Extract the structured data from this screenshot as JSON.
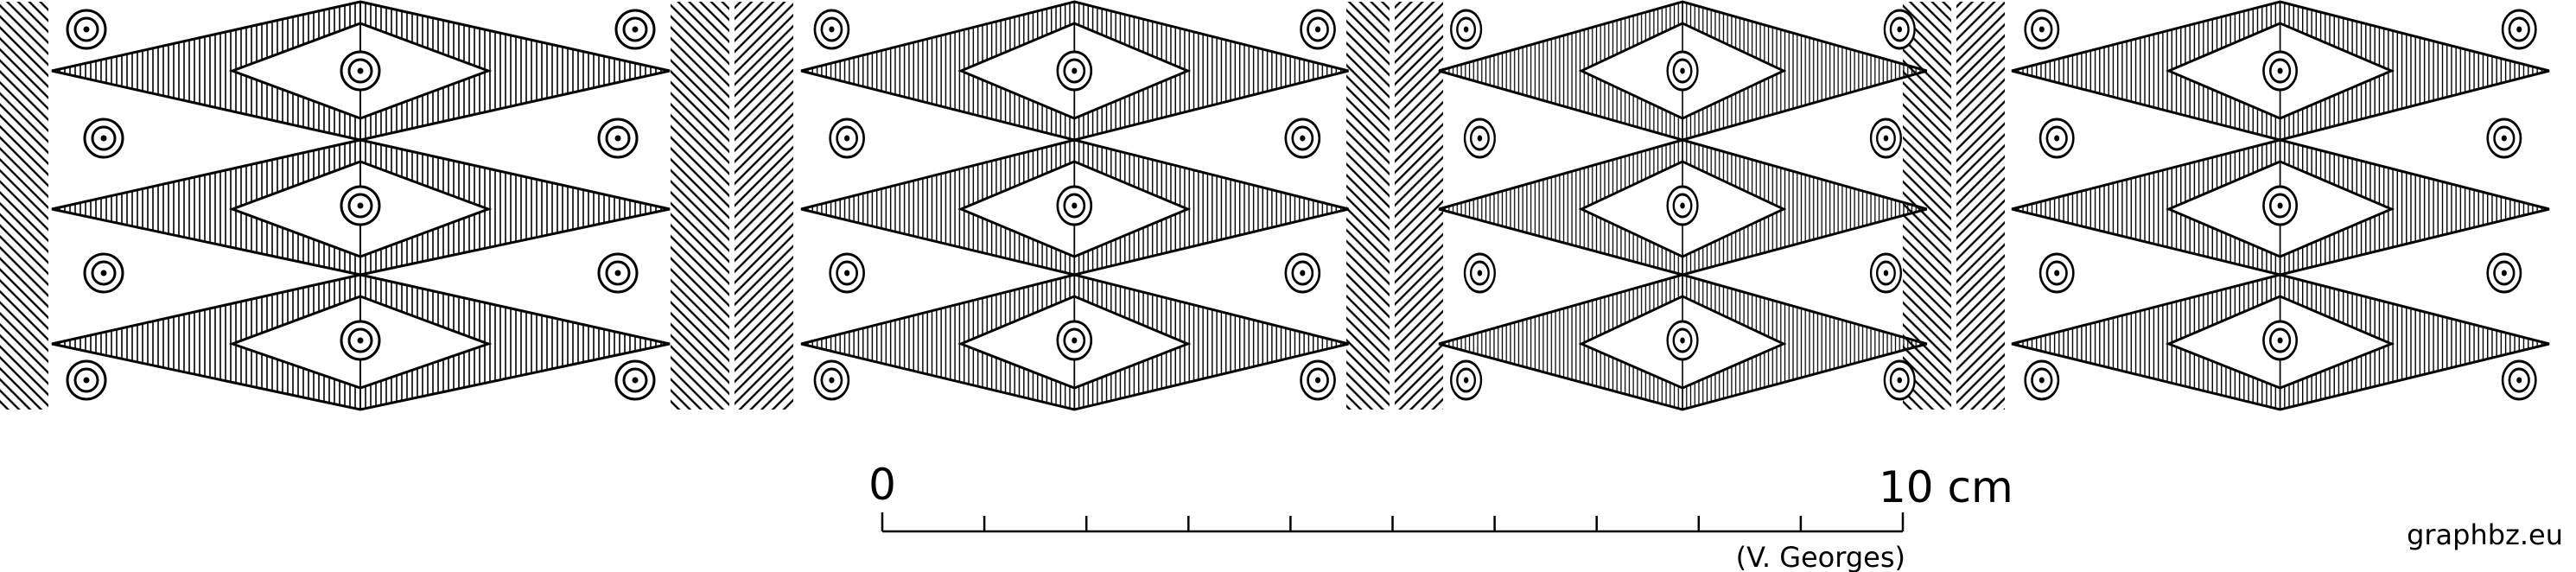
{
  "scale_bar": {
    "start_label": "0",
    "end_label": "10 cm",
    "subdivisions": 10
  },
  "credit": "(V. Georges)",
  "watermark": "graphbz.eu",
  "colors": {
    "ink": "#000000",
    "paper": "#ffffff"
  }
}
